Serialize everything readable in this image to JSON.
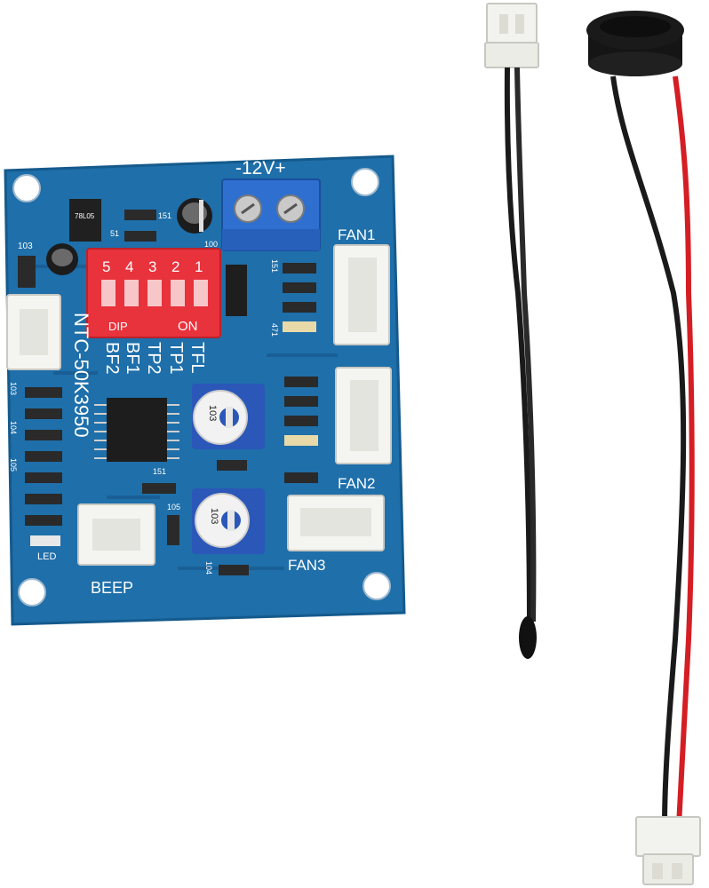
{
  "board": {
    "voltage_label": "-12V+",
    "fan1": "FAN1",
    "fan2": "FAN2",
    "fan3": "FAN3",
    "beep": "BEEP",
    "led": "LED",
    "dip_numbers": [
      "5",
      "4",
      "3",
      "2",
      "1"
    ],
    "dip_on": "ON",
    "dip_brand": "DIP",
    "side_label": "NTC-50K3950",
    "side_bf2": "BF2",
    "side_bf1": "BF1",
    "side_tp2": "TP2",
    "side_tp1": "TP1",
    "side_tfl": "TFL",
    "regulator": "78L05",
    "codes": {
      "r103_top": "103",
      "r151_a": "151",
      "r151_b": "151",
      "r51": "51",
      "r100": "100",
      "col_103": "103",
      "col_104": "104",
      "col_105": "105",
      "r471": "471",
      "r105": "105",
      "r104": "104",
      "r151_c": "151",
      "pot_a": "103",
      "pot_b": "103"
    },
    "colors": {
      "pcb": "#1e6faa",
      "pcb_edge": "#155a8c",
      "terminal": "#2e6fd0",
      "dip": "#e8323c",
      "header": "#f4f4f0"
    }
  },
  "sensor": {
    "colors": {
      "wire": "#1a1a1a",
      "tip": "#111111",
      "connector": "#f2f2ee"
    }
  },
  "buzzer": {
    "colors": {
      "body": "#151515",
      "red_wire": "#d41e24",
      "black_wire": "#1a1a1a",
      "connector": "#f2f2ee"
    }
  }
}
